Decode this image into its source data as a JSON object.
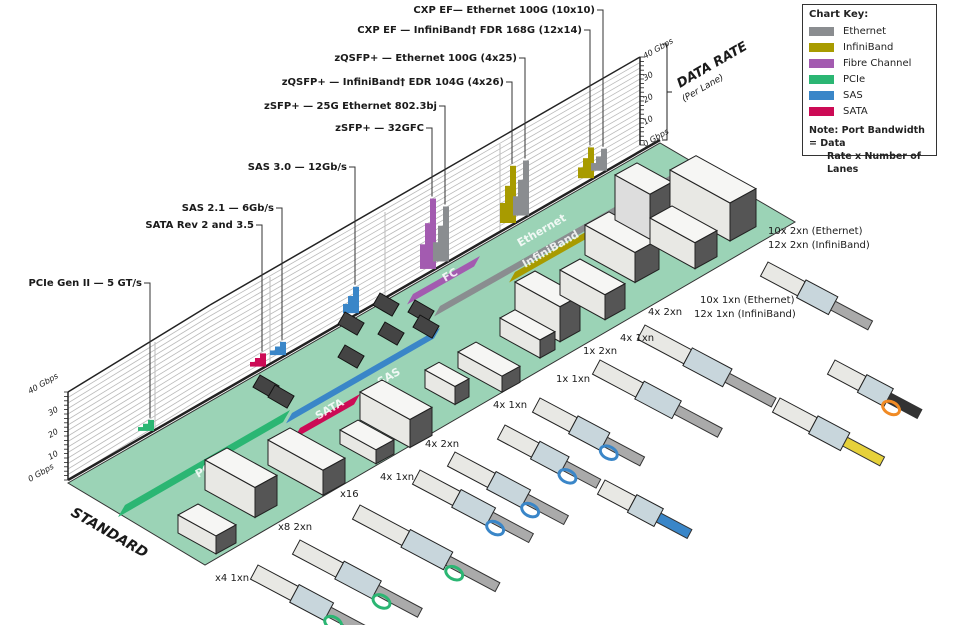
{
  "key": {
    "title": "Chart Key:",
    "items": [
      {
        "label": "Ethernet",
        "color": "#8a8d90"
      },
      {
        "label": "InfiniBand",
        "color": "#a89b00"
      },
      {
        "label": "Fibre Channel",
        "color": "#a35bb0"
      },
      {
        "label": "PCIe",
        "color": "#2bb673"
      },
      {
        "label": "SAS",
        "color": "#3a86c8"
      },
      {
        "label": "SATA",
        "color": "#cc0a55"
      }
    ],
    "note_line1": "Note: Port Bandwidth = Data",
    "note_line2": "Rate x Number of Lanes"
  },
  "axis": {
    "title": "DATA RATE",
    "subtitle": "(Per Lane)",
    "ticks": [
      "0 Gbps",
      "10",
      "20",
      "30",
      "40 Gbps"
    ],
    "x_label": "STANDARD"
  },
  "standards": [
    {
      "label": "PCIe  Gen II — 5 GT/s",
      "family": "PCIe",
      "rate_gbps": 5
    },
    {
      "label": "SATA Rev 2 and 3.5",
      "family": "SATA",
      "rate_gbps": 6
    },
    {
      "label": "SAS 2.1 — 6Gb/s",
      "family": "SAS",
      "rate_gbps": 6
    },
    {
      "label": "SAS 3.0 — 12Gb/s",
      "family": "SAS",
      "rate_gbps": 12
    },
    {
      "label": "zSFP+ — 32GFC",
      "family": "Fibre Channel",
      "rate_gbps": 32
    },
    {
      "label": "zSFP+ — 25G Ethernet 802.3bj",
      "family": "Ethernet",
      "rate_gbps": 25
    },
    {
      "label": "zQSFP+ — InfiniBand† EDR 104G (4x26)",
      "family": "InfiniBand",
      "rate_gbps": 26
    },
    {
      "label": "zQSFP+ — Ethernet 100G (4x25)",
      "family": "Ethernet",
      "rate_gbps": 25
    },
    {
      "label": "CXP EF — InfiniBand† FDR 168G (12x14)",
      "family": "InfiniBand",
      "rate_gbps": 14
    },
    {
      "label": "CXP EF— Ethernet 100G (10x10)",
      "family": "Ethernet",
      "rate_gbps": 10
    }
  ],
  "bands": [
    "PCIe",
    "SATA",
    "SAS",
    "FC",
    "Ethernet",
    "InfiniBand"
  ],
  "connector_labels": [
    "x4 1xn",
    "x8 2xn",
    "x16",
    "4x 1xn",
    "4x 2xn",
    "4x 1xn",
    "1x 1xn",
    "1x 2xn",
    "4x 1xn",
    "4x 2xn",
    "10x 1xn (Ethernet)",
    "12x 1xn (InfiniBand)",
    "10x 2xn (Ethernet)",
    "12x 2xn (InfiniBand)"
  ],
  "chart_data": {
    "type": "bar",
    "title": "",
    "ylabel": "DATA RATE (Per Lane)",
    "xlabel": "STANDARD",
    "ylim": [
      0,
      40
    ],
    "categories": [
      "PCIe Gen II",
      "SATA Rev 2 and 3.5",
      "SAS 2.1",
      "SAS 3.0",
      "zSFP+ 32GFC",
      "zSFP+ 25G Ethernet 802.3bj",
      "zQSFP+ InfiniBand EDR 104G",
      "zQSFP+ Ethernet 100G",
      "CXP EF InfiniBand FDR 168G",
      "CXP EF Ethernet 100G"
    ],
    "values": [
      5,
      6,
      6,
      12,
      32,
      25,
      26,
      25,
      14,
      10
    ],
    "units": "Gbps"
  }
}
